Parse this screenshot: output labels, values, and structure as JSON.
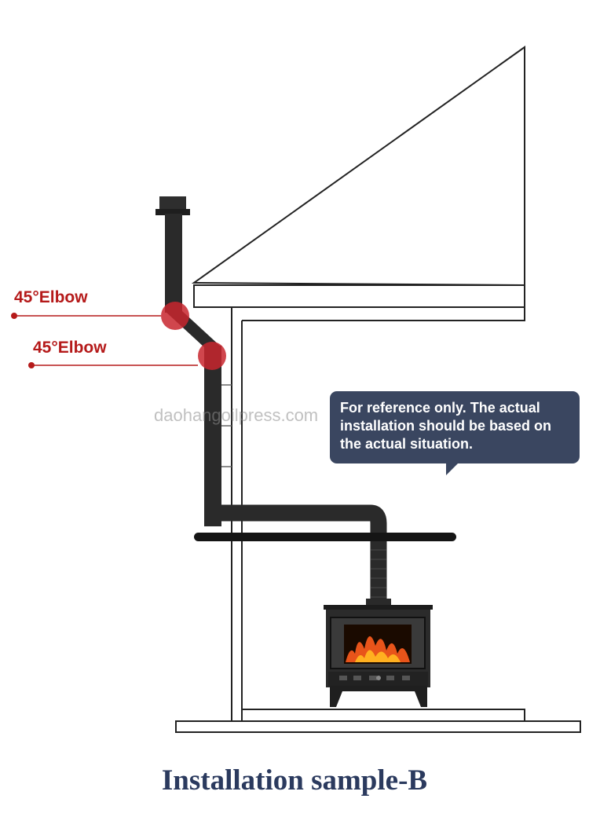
{
  "labels": {
    "elbow_upper": "45°Elbow",
    "elbow_lower": "45°Elbow"
  },
  "watermark": "daohangoilpress.com",
  "note": "For reference only. The actual installation should be based on the actual situation.",
  "caption": "Installation sample-B",
  "colors": {
    "highlight": "#c8262e",
    "bubble": "#3a4660",
    "caption": "#2b3a5e",
    "pipe": "#2a2a2a"
  }
}
